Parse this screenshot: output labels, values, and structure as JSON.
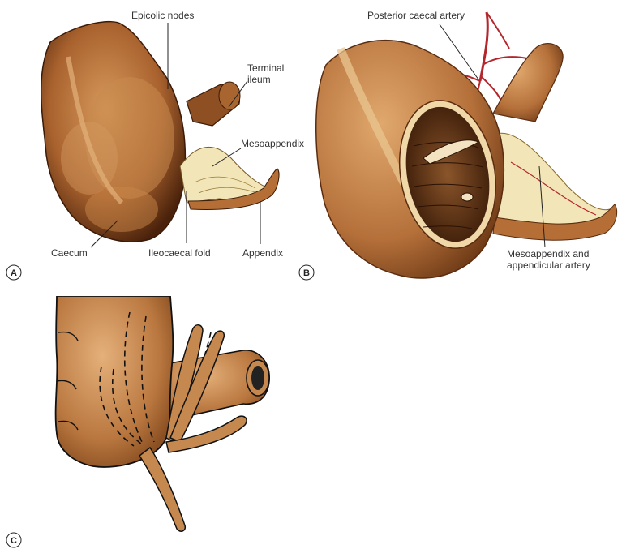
{
  "colors": {
    "bowel": "#b5703a",
    "bowel_light": "#d9a36a",
    "bowel_dark": "#5a2c10",
    "mesentery": "#f2e6b8",
    "artery": "#b3262c",
    "lumen": "#6b3a1a"
  },
  "panels": [
    {
      "letter": "A",
      "labels": {
        "epicolic_nodes": "Epicolic nodes",
        "terminal_line1": "Terminal",
        "terminal_line2": "ileum",
        "mesoappendix": "Mesoappendix",
        "caecum": "Caecum",
        "ileocaecal_fold": "Ileocaecal fold",
        "appendix": "Appendix"
      }
    },
    {
      "letter": "B",
      "labels": {
        "posterior_caecal_artery": "Posterior caecal artery",
        "meso_line1": "Mesoappendix and",
        "meso_line2": "appendicular artery"
      }
    },
    {
      "letter": "C",
      "labels": {}
    }
  ]
}
